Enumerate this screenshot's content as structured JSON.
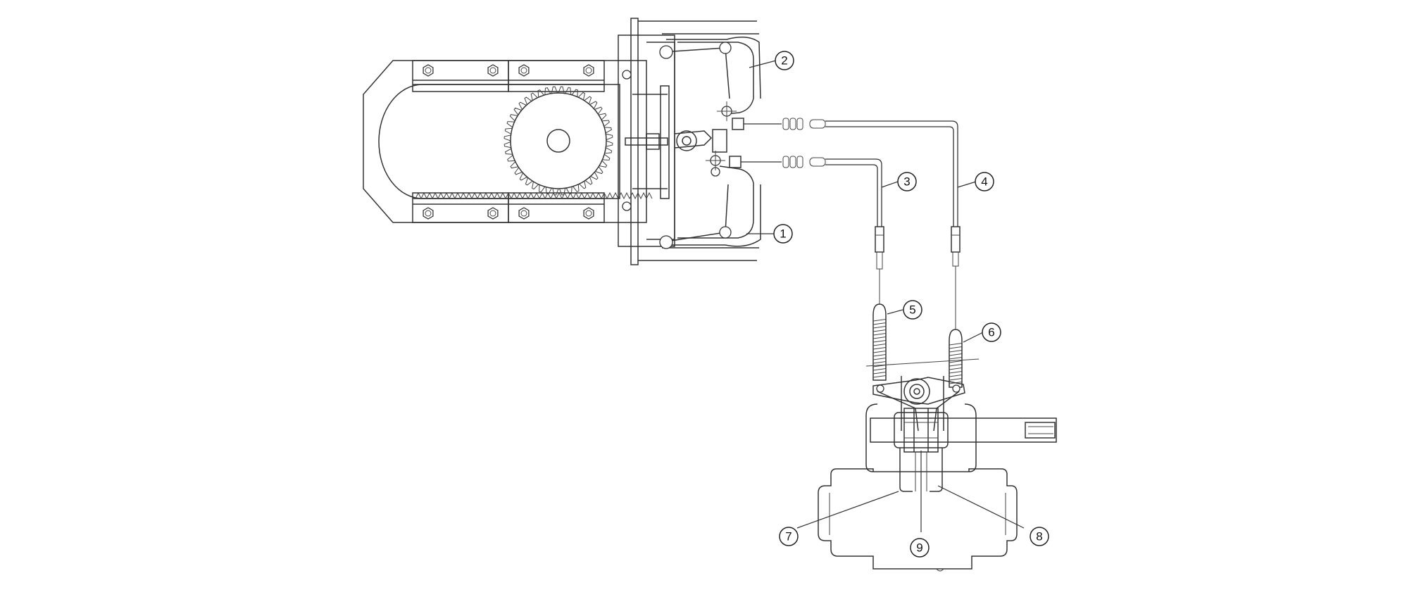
{
  "diagram": {
    "callouts": [
      {
        "id": "1",
        "label": "1"
      },
      {
        "id": "2",
        "label": "2"
      },
      {
        "id": "3",
        "label": "3"
      },
      {
        "id": "4",
        "label": "4"
      },
      {
        "id": "5",
        "label": "5"
      },
      {
        "id": "6",
        "label": "6"
      },
      {
        "id": "7",
        "label": "7"
      },
      {
        "id": "8",
        "label": "8"
      },
      {
        "id": "9",
        "label": "9"
      }
    ],
    "colors": {
      "line": "#333333",
      "background": "#ffffff"
    }
  }
}
